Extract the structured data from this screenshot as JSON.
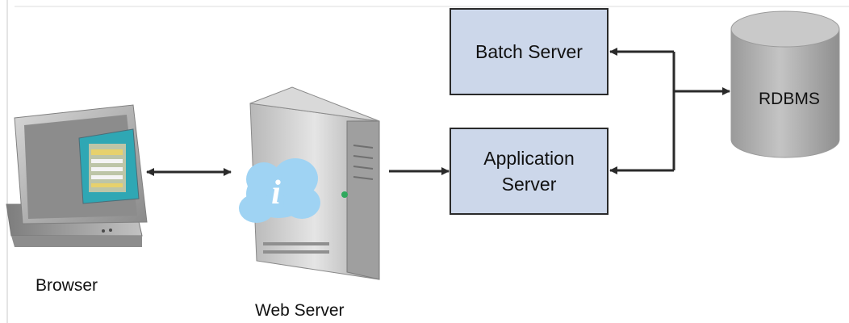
{
  "nodes": {
    "browser": {
      "label": "Browser"
    },
    "web_server": {
      "label": "Web Server"
    },
    "application_server": {
      "label": "Application\nServer"
    },
    "batch_server": {
      "label": "Batch Server"
    },
    "rdbms": {
      "label": "RDBMS"
    }
  },
  "icons": {
    "web_server_badge": "i"
  },
  "colors": {
    "box_fill": "#ccd7ea",
    "box_border": "#2a2a2a",
    "connector": "#2a2a2a",
    "cylinder_fill": "#a9a9a9",
    "cloud_badge": "#9fd3f3",
    "monitor_screen": "#2fa7b4"
  }
}
